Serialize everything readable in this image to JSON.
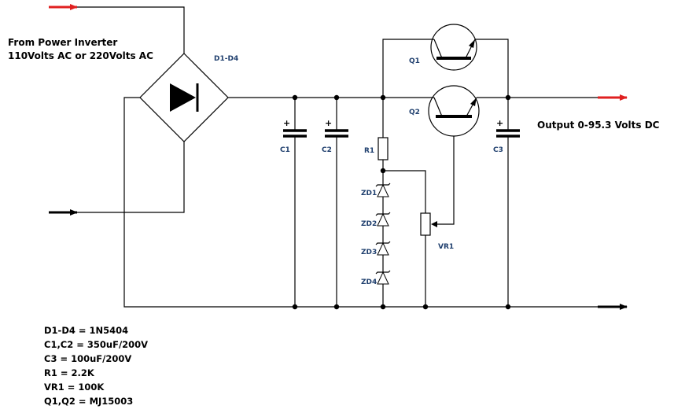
{
  "colors": {
    "input_arrow_top": "#e02020",
    "input_arrow_bottom": "#000000",
    "output_arrow": "#e02020",
    "label_blue": "#1f3f6e"
  },
  "labels": {
    "input_line1": "From Power Inverter",
    "input_line2": "110Volts AC or 220Volts AC",
    "output": "Output 0-95.3 Volts DC",
    "bridge": "D1-D4",
    "c1": "C1",
    "c2": "C2",
    "c3": "C3",
    "r1": "R1",
    "vr1": "VR1",
    "q1": "Q1",
    "q2": "Q2",
    "zd1": "ZD1",
    "zd2": "ZD2",
    "zd3": "ZD3",
    "zd4": "ZD4",
    "plus": "+"
  },
  "parts_list": [
    "D1-D4 = 1N5404",
    "C1,C2 = 350uF/200V",
    "C3 = 100uF/200V",
    "R1 = 2.2K",
    "VR1 = 100K",
    "Q1,Q2 = MJ15003"
  ]
}
